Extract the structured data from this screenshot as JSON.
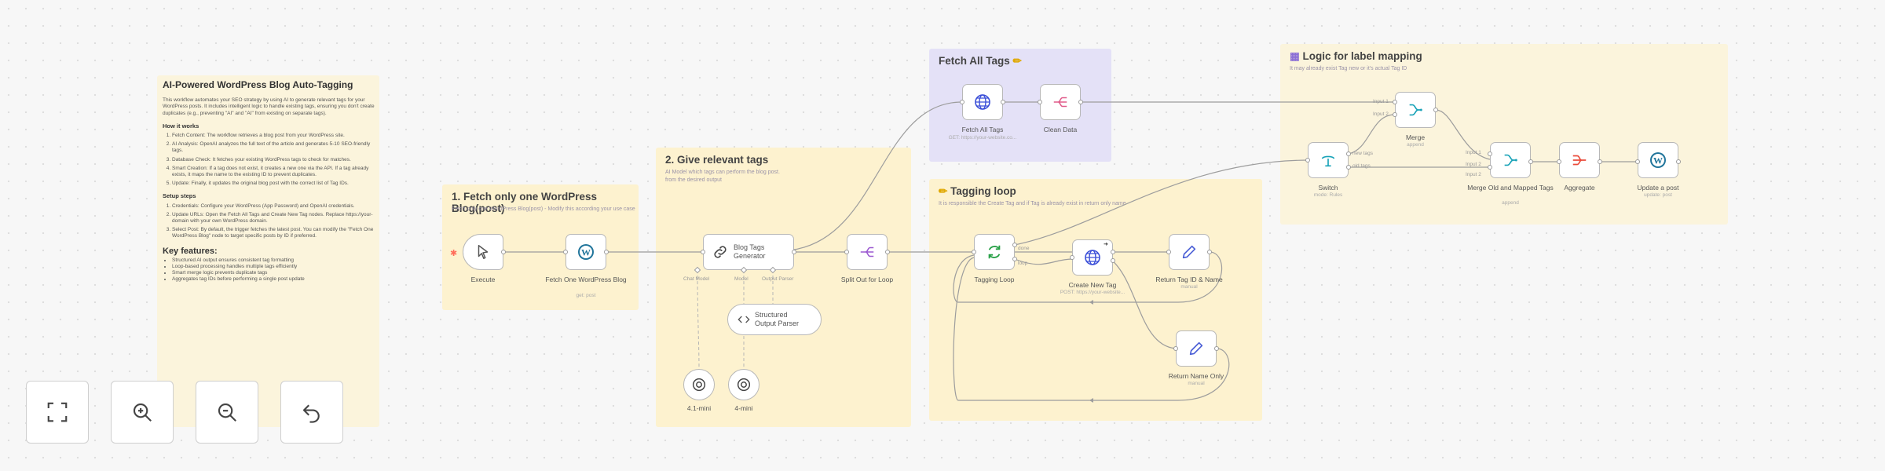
{
  "sticky_notes": {
    "main": {
      "title": "AI-Powered WordPress Blog Auto-Tagging",
      "intro": "This workflow automates your SEO strategy by using AI to generate relevant tags for your WordPress posts. It includes intelligent logic to handle existing tags, ensuring you don't create duplicates (e.g., preventing \"AI\" and \"AI\" from existing on separate tags).",
      "how_title": "How it works",
      "how_items": [
        "Fetch Content: The workflow retrieves a blog post from your WordPress site.",
        "AI Analysis: OpenAI analyzes the full text of the article and generates 5-10 SEO-friendly tags.",
        "Database Check: It fetches your existing WordPress tags to check for matches.",
        "Smart Creation: If a tag does not exist, it creates a new one via the API. If a tag already exists, it maps the name to the existing ID to prevent duplicates.",
        "Update: Finally, it updates the original blog post with the correct list of Tag IDs."
      ],
      "setup_title": "Setup steps",
      "setup_items": [
        "Credentials: Configure your WordPress (App Password) and OpenAI credentials.",
        "Update URLs: Open the Fetch All Tags and Create New Tag nodes. Replace https://your-domain with your own WordPress domain.",
        "Select Post: By default, the trigger fetches the latest post. You can modify the \"Fetch One WordPress Blog\" node to target specific posts by ID if preferred."
      ],
      "key_title": "Key features:",
      "key_items": [
        "Structured AI output ensures consistent tag formatting",
        "Loop-based processing handles multiple tags efficiently",
        "Smart merge logic prevents duplicate tags",
        "Aggregates tag IDs before performing a single post update"
      ]
    },
    "s1": {
      "title": "1. Fetch only one WordPress Blog(post)",
      "sub": "Fetch only one WordPress Blog(post) - Modify this according your use case"
    },
    "s2": {
      "title": "2. Give relevant tags",
      "sub": "AI Model which tags can perform the blog post.",
      "sub2": "from the desired output"
    },
    "s3": {
      "title": "Fetch All Tags",
      "emoji": "✏"
    },
    "s4": {
      "title": "Tagging loop",
      "emoji": "✏",
      "sub": "It is responsible the Create Tag and if Tag is already exist in return only name"
    },
    "s5": {
      "title": "Logic for label mapping",
      "emoji": "▦",
      "sub": "It may already exist Tag new or it's actual Tag ID"
    }
  },
  "nodes": {
    "execute": {
      "label": "Execute"
    },
    "fetch_one": {
      "label": "Fetch One WordPress Blog",
      "sub": "get: post"
    },
    "blog_tags": {
      "label": "Blog Tags Generator"
    },
    "structured": {
      "label": "Structured Output Parser"
    },
    "model1": {
      "label": "4.1-mini"
    },
    "model2": {
      "label": "4-mini"
    },
    "split": {
      "label": "Split Out for Loop"
    },
    "fetch_all": {
      "label": "Fetch All Tags",
      "sub": "GET: https://your-website.co..."
    },
    "clean": {
      "label": "Clean Data"
    },
    "loop": {
      "label": "Tagging Loop"
    },
    "create_tag": {
      "label": "Create New Tag",
      "sub": "POST: https://your-website..."
    },
    "return_tag": {
      "label": "Return Tag ID & Name",
      "sub": "manual"
    },
    "return_name": {
      "label": "Return Name Only",
      "sub": "manual"
    },
    "switch": {
      "label": "Switch",
      "sub": "mode: Rules"
    },
    "merge": {
      "label": "Merge",
      "sub": "append"
    },
    "merge_old": {
      "label": "Merge Old and Mapped Tags",
      "sub": "append"
    },
    "aggregate": {
      "label": "Aggregate"
    },
    "update": {
      "label": "Update a post",
      "sub": "update: post"
    }
  },
  "edge_labels": {
    "chat_model": "Chat Model",
    "model": "Model",
    "output_parser": "Output Parser",
    "done": "done",
    "loop": "loop",
    "new_tags": "new tags",
    "old_tags": "old tags",
    "input1": "Input 1",
    "input2": "Input 2"
  },
  "zoom_controls": {
    "fit": "fit-view",
    "zoom_in": "zoom-in",
    "zoom_out": "zoom-out",
    "reset": "reset"
  },
  "colors": {
    "canvas": "#f7f7f7",
    "sticky_yellow": "#fdf2cf",
    "sticky_purple": "#e4e1f7",
    "wordpress": "#21759b",
    "http": "#3b4fd8",
    "code": "#e05b8a",
    "edit": "#4b5fd6",
    "loop": "#27a046",
    "merge": "#1aa3b8",
    "switch": "#17a2b8",
    "aggregate": "#ea4b3b",
    "trigger_star": "#ff6d5a"
  }
}
